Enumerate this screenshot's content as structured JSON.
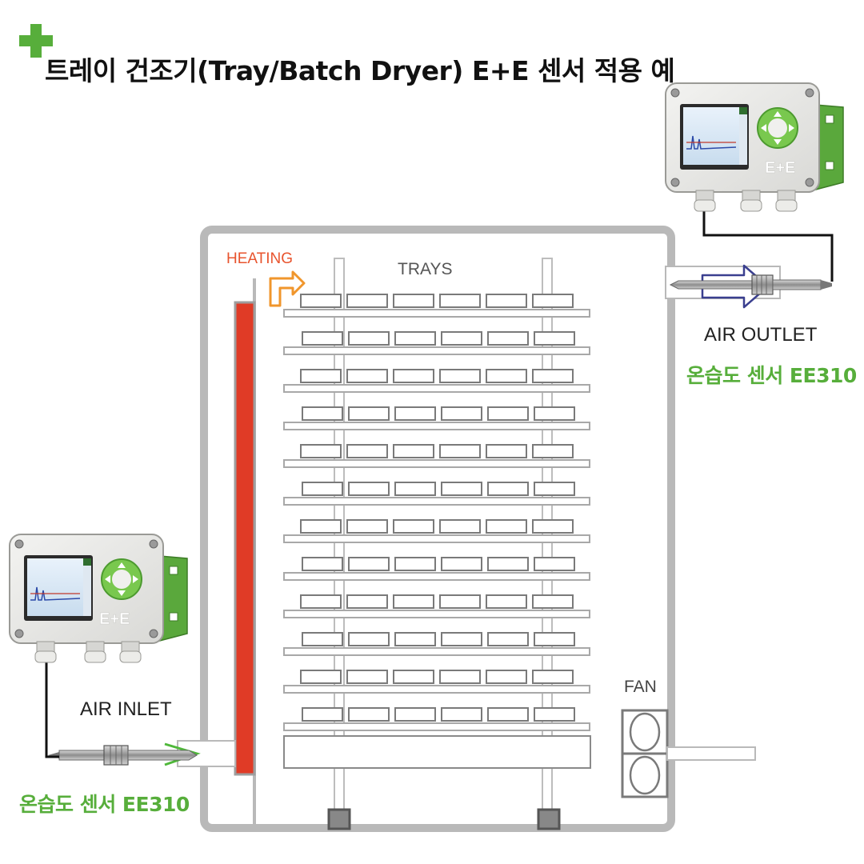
{
  "title": "트레이 건조기(Tray/Batch Dryer) E+E 센서 적용 예",
  "labels": {
    "heating": "HEATING",
    "trays": "TRAYS",
    "fan": "FAN",
    "air_outlet": "AIR OUTLET",
    "air_inlet": "AIR INLET",
    "sensor_outlet": "온습도 센서 EE310",
    "sensor_inlet": "온습도 센서 EE310"
  },
  "device": {
    "brand": "E+E"
  },
  "colors": {
    "accent_green": "#57ae3b",
    "heater_red": "#e03b26",
    "heating_arrow_orange": "#f0962c",
    "outlet_arrow_navy": "#3a3f8f",
    "inlet_arrow_green": "#4fb83a",
    "frame_grey": "#b9b9b9",
    "tray_grey": "#7a7a7a"
  },
  "icons": [
    "plus-icon",
    "heating-arrow-icon",
    "outlet-arrow-icon",
    "inlet-arrow-icon",
    "fan-icon"
  ]
}
